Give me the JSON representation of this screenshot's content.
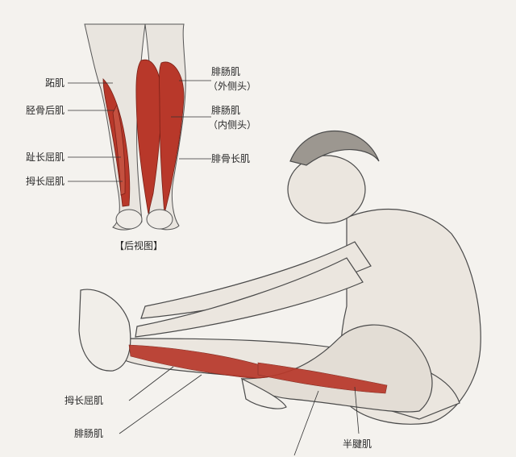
{
  "figure": {
    "view_caption": "【后视图】",
    "back_view_labels_left": [
      "跖肌",
      "胫骨后肌",
      "趾长屈肌",
      "拇长屈肌"
    ],
    "back_view_labels_right": [
      {
        "name": "腓肠肌",
        "sub": "（外侧头）"
      },
      {
        "name": "腓肠肌",
        "sub": "（内侧头）"
      },
      {
        "name": "腓骨长肌",
        "sub": ""
      }
    ],
    "stretch_labels": [
      "拇长屈肌",
      "腓肠肌",
      "半腱肌"
    ],
    "colors": {
      "background": "#f4f2ee",
      "muscle": "#b8382a",
      "line": "#3a3a3a",
      "skin": "#e6e1da"
    }
  }
}
